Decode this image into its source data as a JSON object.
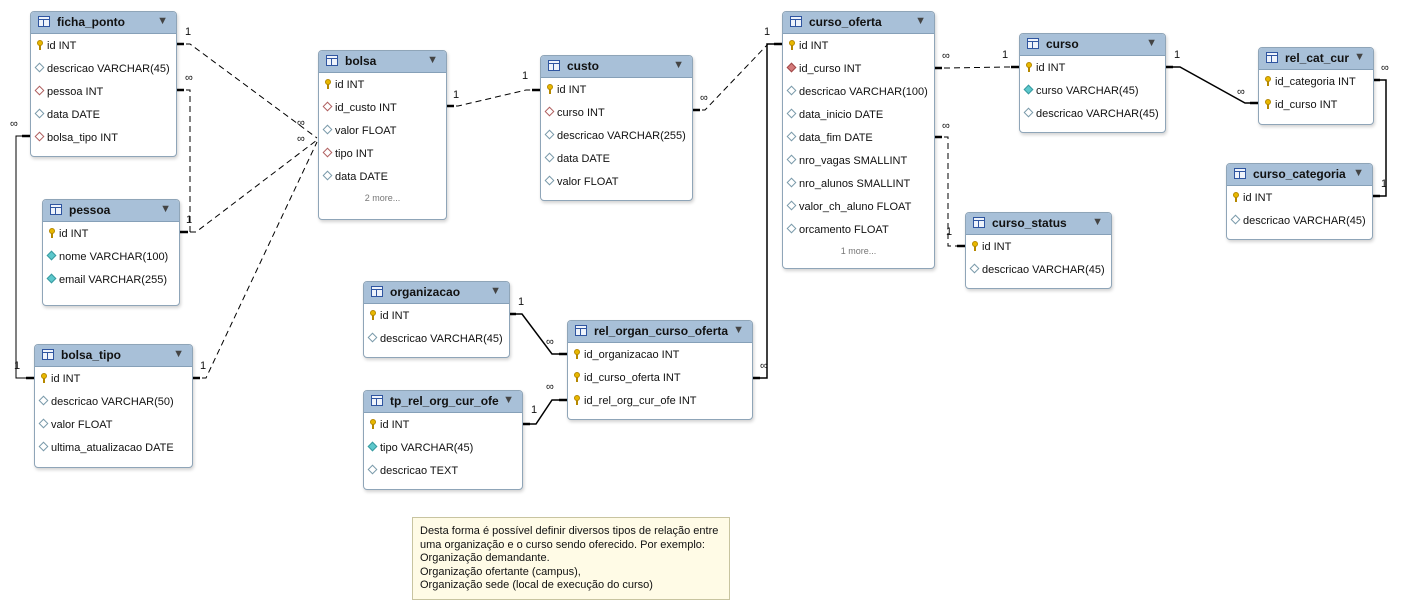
{
  "tables": {
    "ficha_ponto": {
      "name": "ficha_ponto",
      "cols": [
        "id INT",
        "descricao VARCHAR(45)",
        "pessoa INT",
        "data DATE",
        "bolsa_tipo INT"
      ]
    },
    "pessoa": {
      "name": "pessoa",
      "cols": [
        "id INT",
        "nome VARCHAR(100)",
        "email VARCHAR(255)"
      ]
    },
    "bolsa_tipo": {
      "name": "bolsa_tipo",
      "cols": [
        "id INT",
        "descricao VARCHAR(50)",
        "valor FLOAT",
        "ultima_atualizacao DATE"
      ]
    },
    "bolsa": {
      "name": "bolsa",
      "cols": [
        "id INT",
        "id_custo INT",
        "valor FLOAT",
        "tipo INT",
        "data DATE"
      ],
      "more": "2 more..."
    },
    "custo": {
      "name": "custo",
      "cols": [
        "id INT",
        "curso INT",
        "descricao VARCHAR(255)",
        "data DATE",
        "valor FLOAT"
      ]
    },
    "organizacao": {
      "name": "organizacao",
      "cols": [
        "id INT",
        "descricao VARCHAR(45)"
      ]
    },
    "tp_rel_org_cur_ofe": {
      "name": "tp_rel_org_cur_ofe",
      "cols": [
        "id INT",
        "tipo VARCHAR(45)",
        "descricao TEXT"
      ]
    },
    "rel_organ_curso_oferta": {
      "name": "rel_organ_curso_oferta",
      "cols": [
        "id_organizacao INT",
        "id_curso_oferta INT",
        "id_rel_org_cur_ofe INT"
      ]
    },
    "curso_oferta": {
      "name": "curso_oferta",
      "cols": [
        "id INT",
        "id_curso INT",
        "descricao VARCHAR(100)",
        "data_inicio DATE",
        "data_fim DATE",
        "nro_vagas SMALLINT",
        "nro_alunos SMALLINT",
        "valor_ch_aluno FLOAT",
        "orcamento FLOAT"
      ],
      "more": "1 more..."
    },
    "curso": {
      "name": "curso",
      "cols": [
        "id INT",
        "curso VARCHAR(45)",
        "descricao VARCHAR(45)"
      ]
    },
    "curso_status": {
      "name": "curso_status",
      "cols": [
        "id INT",
        "descricao VARCHAR(45)"
      ]
    },
    "rel_cat_cur": {
      "name": "rel_cat_cur",
      "cols": [
        "id_categoria INT",
        "id_curso INT"
      ]
    },
    "curso_categoria": {
      "name": "curso_categoria",
      "cols": [
        "id INT",
        "descricao VARCHAR(45)"
      ]
    }
  },
  "cardinality": {
    "one": "1",
    "many": "∞"
  },
  "note": {
    "lines": [
      "Desta forma é possível definir diversos tipos de relação entre",
      "uma organização e o curso sendo oferecido. Por exemplo:",
      "Organização demandante.",
      "Organização ofertante (campus),",
      "Organização sede (local de execução do curso)"
    ]
  },
  "colors": {
    "header": "#a8c0d8",
    "border": "#8fa5b8",
    "note_bg": "#fffbe6"
  }
}
